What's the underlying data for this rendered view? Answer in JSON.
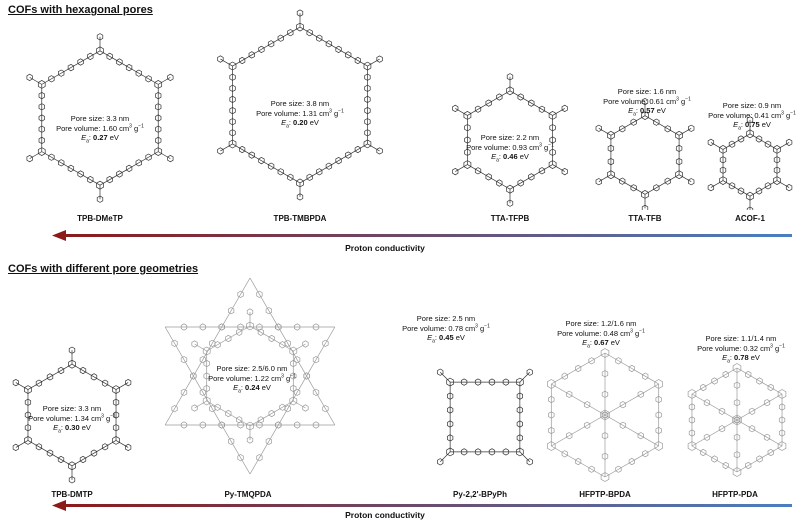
{
  "sections": [
    {
      "title": "COFs with hexagonal pores",
      "arrow_label": "Proton conductivity",
      "items": [
        {
          "name": "TPB-DMeTP",
          "pore_size": "3.3 nm",
          "pore_volume": "1.60",
          "ea": "0.27"
        },
        {
          "name": "TPB-TMBPDA",
          "pore_size": "3.8 nm",
          "pore_volume": "1.31",
          "ea": "0.20"
        },
        {
          "name": "TTA-TFPB",
          "pore_size": "2.2 nm",
          "pore_volume": "0.93",
          "ea": "0.46"
        },
        {
          "name": "TTA-TFB",
          "pore_size": "1.6 nm",
          "pore_volume": "0.61",
          "ea": "0.57"
        },
        {
          "name": "ACOF-1",
          "pore_size": "0.9 nm",
          "pore_volume": "0.41",
          "ea": "0.75"
        }
      ]
    },
    {
      "title": "COFs with different pore geometries",
      "arrow_label": "Proton conductivity",
      "items": [
        {
          "name": "TPB-DMTP",
          "pore_size": "3.3 nm",
          "pore_volume": "1.34",
          "ea": "0.30"
        },
        {
          "name": "Py-TMQPDA",
          "pore_size": "2.5/6.0 nm",
          "pore_volume": "1.22",
          "ea": "0.24"
        },
        {
          "name": "Py-2,2'-BPyPh",
          "pore_size": "2.5 nm",
          "pore_volume": "0.78",
          "ea": "0.45"
        },
        {
          "name": "HFPTP-BPDA",
          "pore_size": "1.2/1.6 nm",
          "pore_volume": "0.48",
          "ea": "0.67"
        },
        {
          "name": "HFPTP-PDA",
          "pore_size": "1.1/1.4 nm",
          "pore_volume": "0.32",
          "ea": "0.78"
        }
      ]
    }
  ],
  "text": {
    "pore_size_label": "Pore size: ",
    "pore_volume_label": "Pore volume: ",
    "pore_volume_unit": " cm",
    "cubed": "3",
    "per_gram": " g",
    "inverse": "−1",
    "ea_symbol": "E",
    "ea_subscript": "a",
    "ea_sep": ": ",
    "ev_unit": " eV"
  },
  "colors": {
    "arrow_left": "#8b1a1a",
    "arrow_right": "#4a7fc1",
    "structure_dark": "#333333",
    "structure_light": "#9a9a9a"
  }
}
